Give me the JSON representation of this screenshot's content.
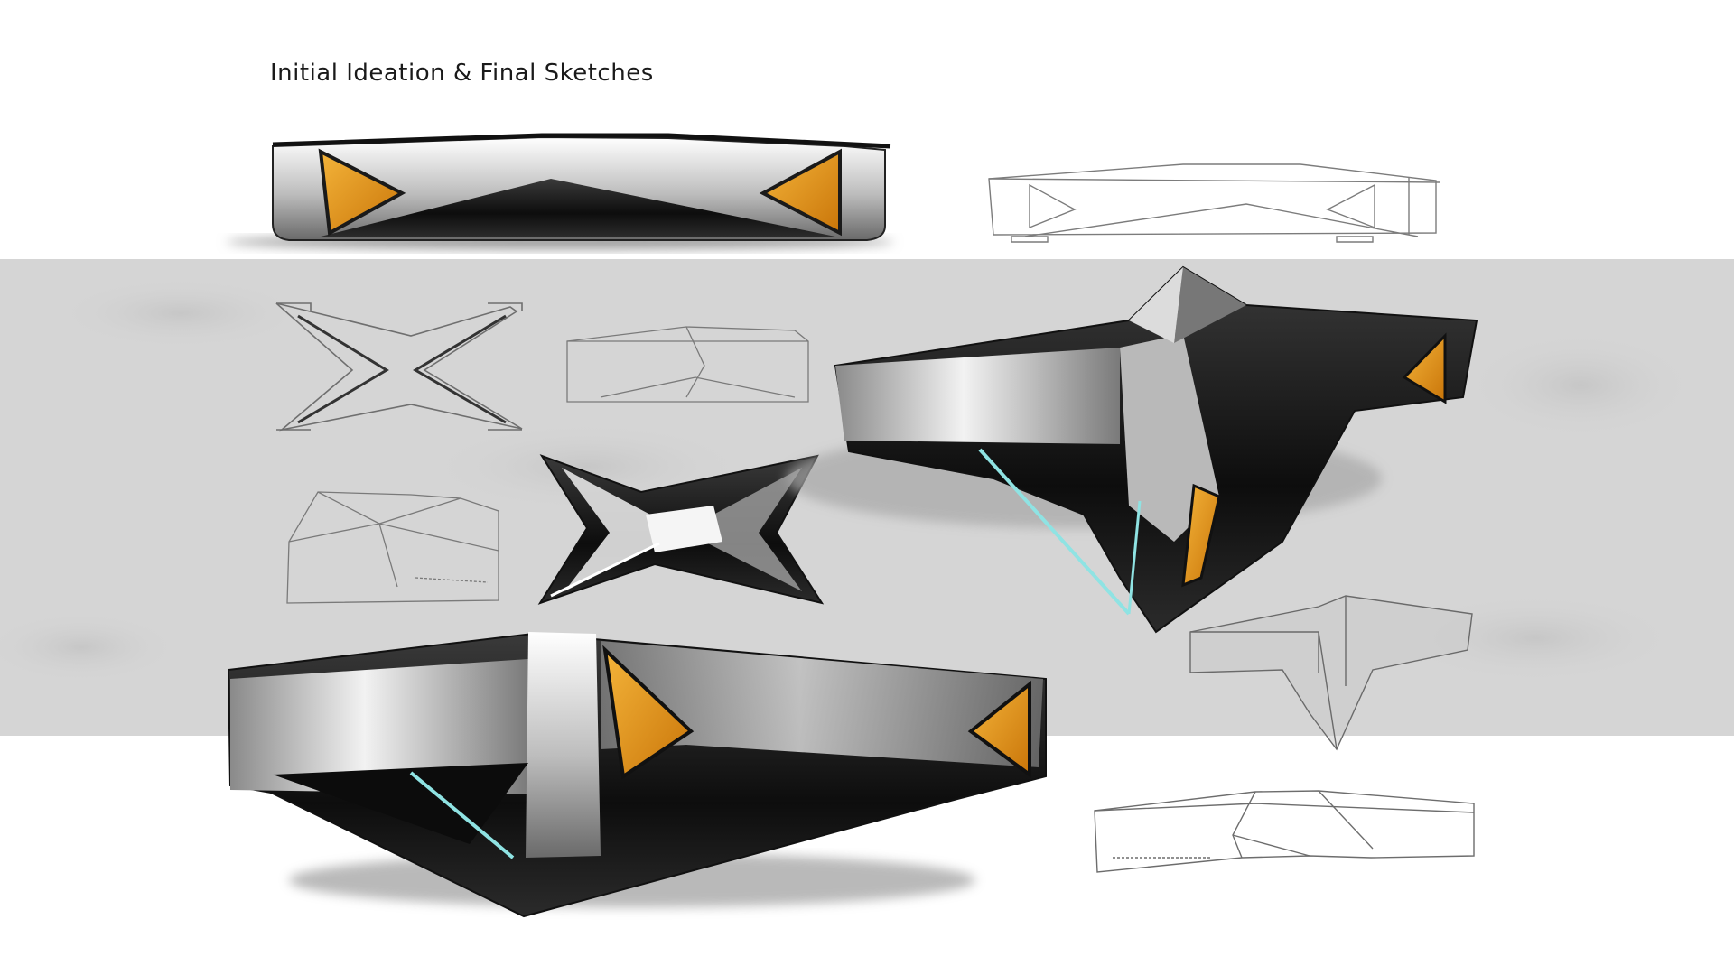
{
  "page": {
    "title": "Initial Ideation & Final Sketches"
  },
  "colors": {
    "accent_orange": "#e89a1c",
    "band_gray": "#d5d5d5",
    "metal_dark": "#111111",
    "metal_light": "#e6e6e6",
    "glow_teal": "#8fe3e3"
  },
  "sketches": [
    {
      "name": "rendered-front-top"
    },
    {
      "name": "pencil-side-top"
    },
    {
      "name": "pencil-x-top-view"
    },
    {
      "name": "pencil-side-small"
    },
    {
      "name": "rendered-x-top-view"
    },
    {
      "name": "pencil-perspective-small"
    },
    {
      "name": "rendered-perspective-large"
    },
    {
      "name": "pencil-perspective-right"
    },
    {
      "name": "rendered-perspective-bottom"
    },
    {
      "name": "pencil-bottom-right"
    }
  ]
}
